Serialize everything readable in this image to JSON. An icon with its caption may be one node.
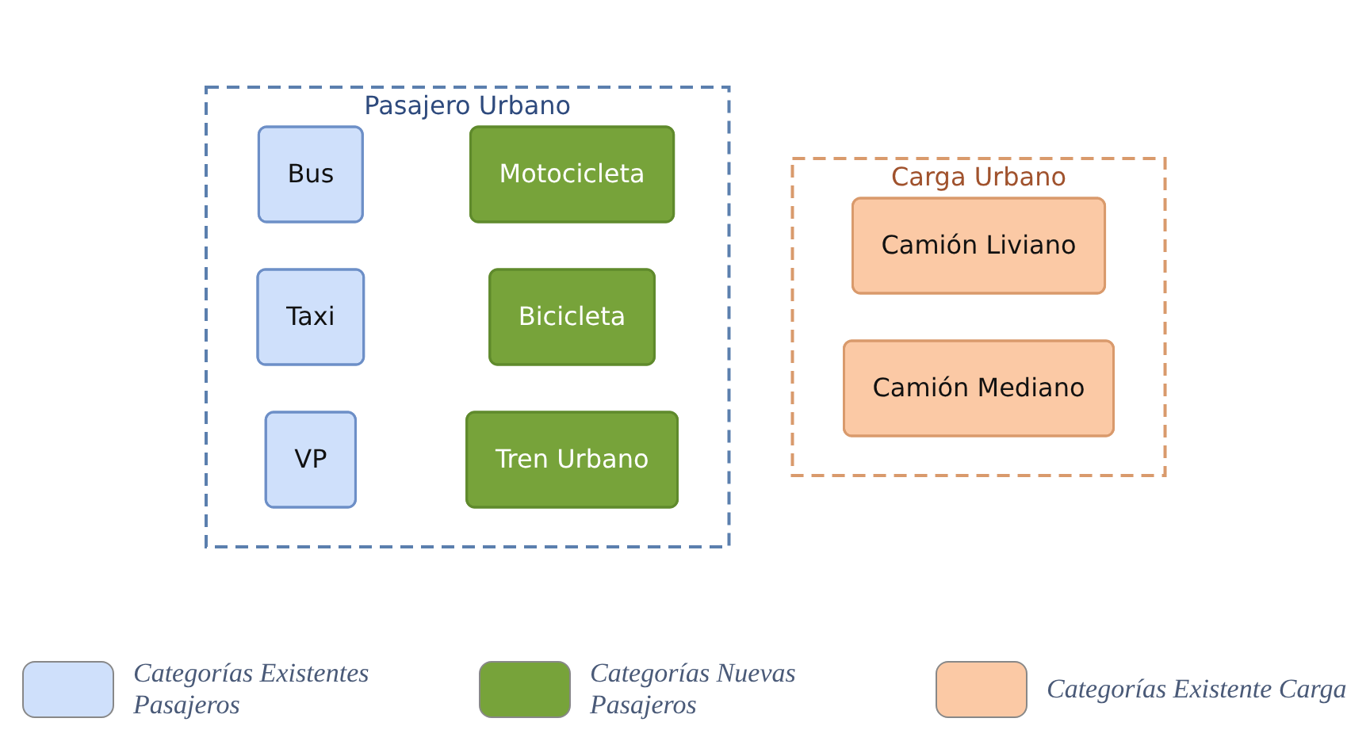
{
  "diagram": {
    "nodes": [
      {
        "text": [
          "Pasajero Urbano"
        ]
      },
      {
        "text": [
          "Bus"
        ],
        "in": 0
      },
      {
        "text": [
          "Motocicleta"
        ],
        "in": 0
      },
      {
        "text": [
          "Taxi"
        ],
        "in": 0
      },
      {
        "text": [
          "Bicicleta"
        ],
        "in": 0
      },
      {
        "text": [
          "VP"
        ],
        "in": 0
      },
      {
        "text": [
          "Tren Urbano"
        ],
        "in": 0
      },
      {
        "text": [
          "Carga Urbano"
        ]
      },
      {
        "text": [
          "Camión Liviano"
        ],
        "in": 7
      },
      {
        "text": [
          "Camión Mediano"
        ],
        "in": 7
      }
    ],
    "edges": [],
    "legend": [
      {
        "text": "Categorías Existentes Pasajeros",
        "color": "#cfe0fb"
      },
      {
        "text": "Categorías Nuevas Pasajeros",
        "color": "#77a33a"
      },
      {
        "text": "Categorías Existente Carga",
        "color": "#fbc9a5"
      }
    ]
  }
}
